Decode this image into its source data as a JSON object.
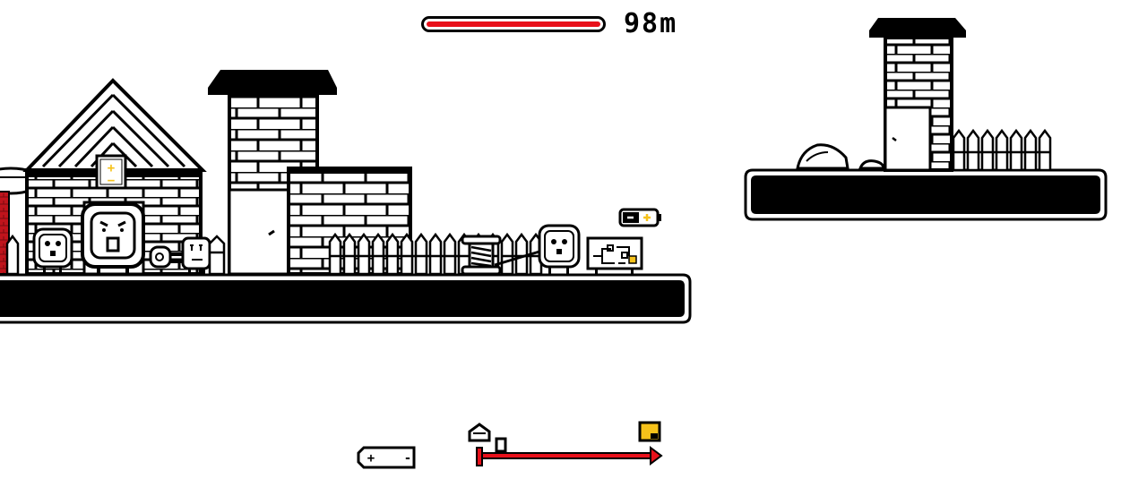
{
  "hud": {
    "distance_text": "98m",
    "cord_fill": 1.0
  },
  "progress": {
    "fraction": 0.05
  },
  "colors": {
    "cord_red": "#e8101a",
    "battery_yellow": "#f6c21a",
    "goal_yellow": "#f6c21a",
    "ink": "#000000",
    "paper": "#ffffff",
    "brick_red": "#c0141c"
  },
  "battery_hud": {
    "plus": "+",
    "minus": "-"
  },
  "house_sign": {
    "plus": "+",
    "minus": "−"
  },
  "icons": {
    "house": "house-icon",
    "goal": "goal-flag-icon",
    "battery": "battery-icon",
    "chimney": "chimney-tower-icon",
    "rock": "rock-icon",
    "fence": "picket-fence-icon",
    "socket": "wall-socket-icon",
    "plug": "plug-icon",
    "coil": "spring-coil-icon",
    "circuit": "circuit-board-icon"
  }
}
